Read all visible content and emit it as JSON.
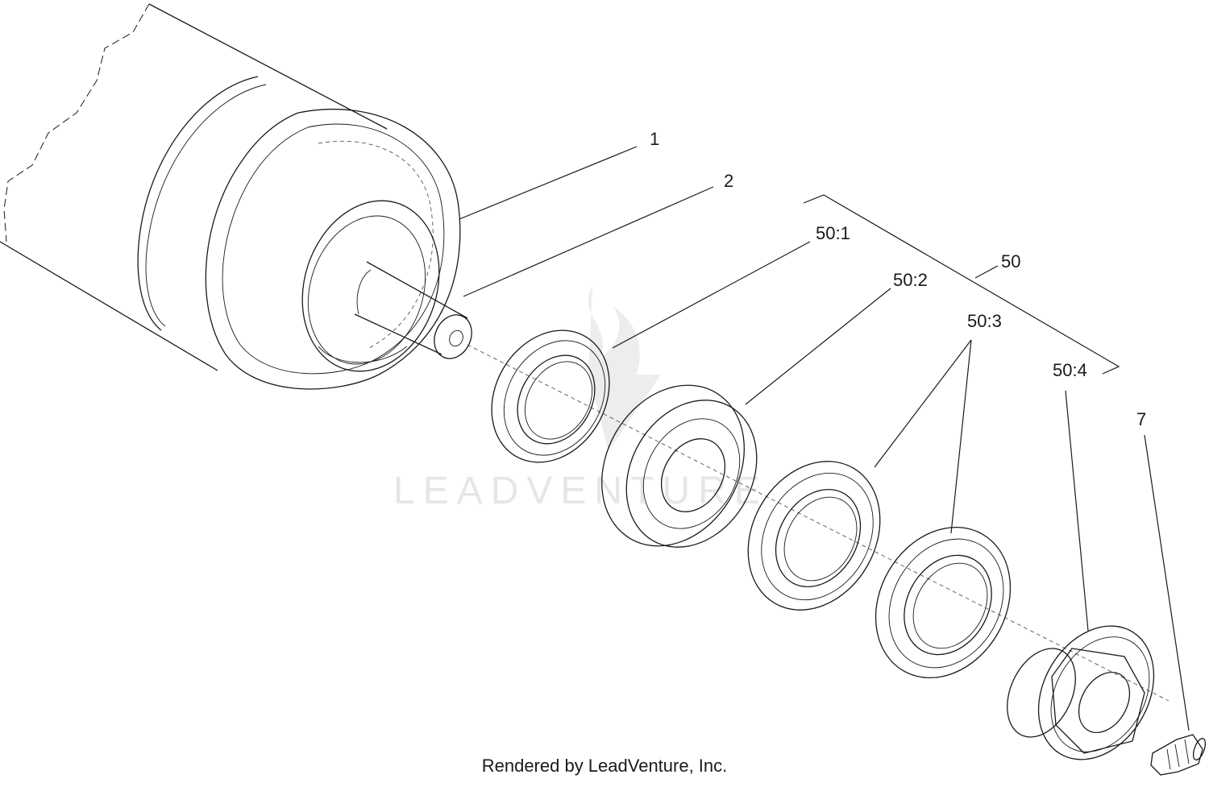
{
  "diagram": {
    "callouts": {
      "c1": "1",
      "c2": "2",
      "c50_1": "50:1",
      "c50": "50",
      "c50_2": "50:2",
      "c50_3": "50:3",
      "c50_4": "50:4",
      "c7": "7"
    },
    "watermark": "LEADVENTURE"
  },
  "footer": {
    "text": "Rendered by LeadVenture, Inc."
  }
}
